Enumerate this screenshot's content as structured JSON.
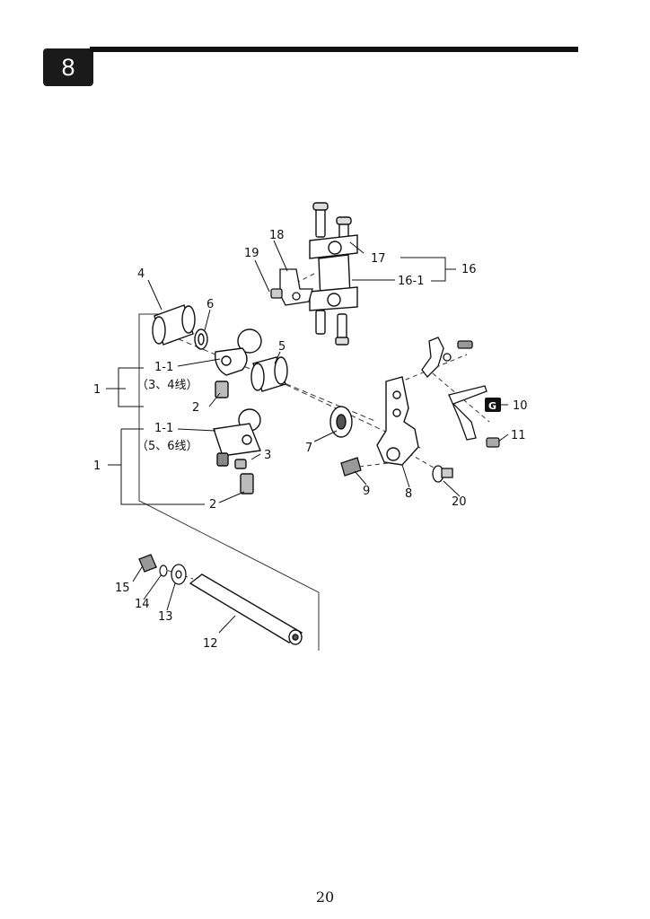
{
  "section": {
    "number": "8"
  },
  "page": {
    "number": "20"
  },
  "diagram": {
    "callouts": {
      "c1a": "1",
      "c1b": "1",
      "c1_1a": "1-1",
      "c1_1a_note": "（3、4线）",
      "c1_1b": "1-1",
      "c1_1b_note": "（5、6线）",
      "c2a": "2",
      "c2b": "2",
      "c3": "3",
      "c4": "4",
      "c5": "5",
      "c6": "6",
      "c7": "7",
      "c8": "8",
      "c9": "9",
      "c10": "10",
      "c11": "11",
      "c12": "12",
      "c13": "13",
      "c14": "14",
      "c15": "15",
      "c16": "16",
      "c16_1": "16-1",
      "c17": "17",
      "c18": "18",
      "c19": "19",
      "c20": "20",
      "g_badge": "G"
    }
  }
}
